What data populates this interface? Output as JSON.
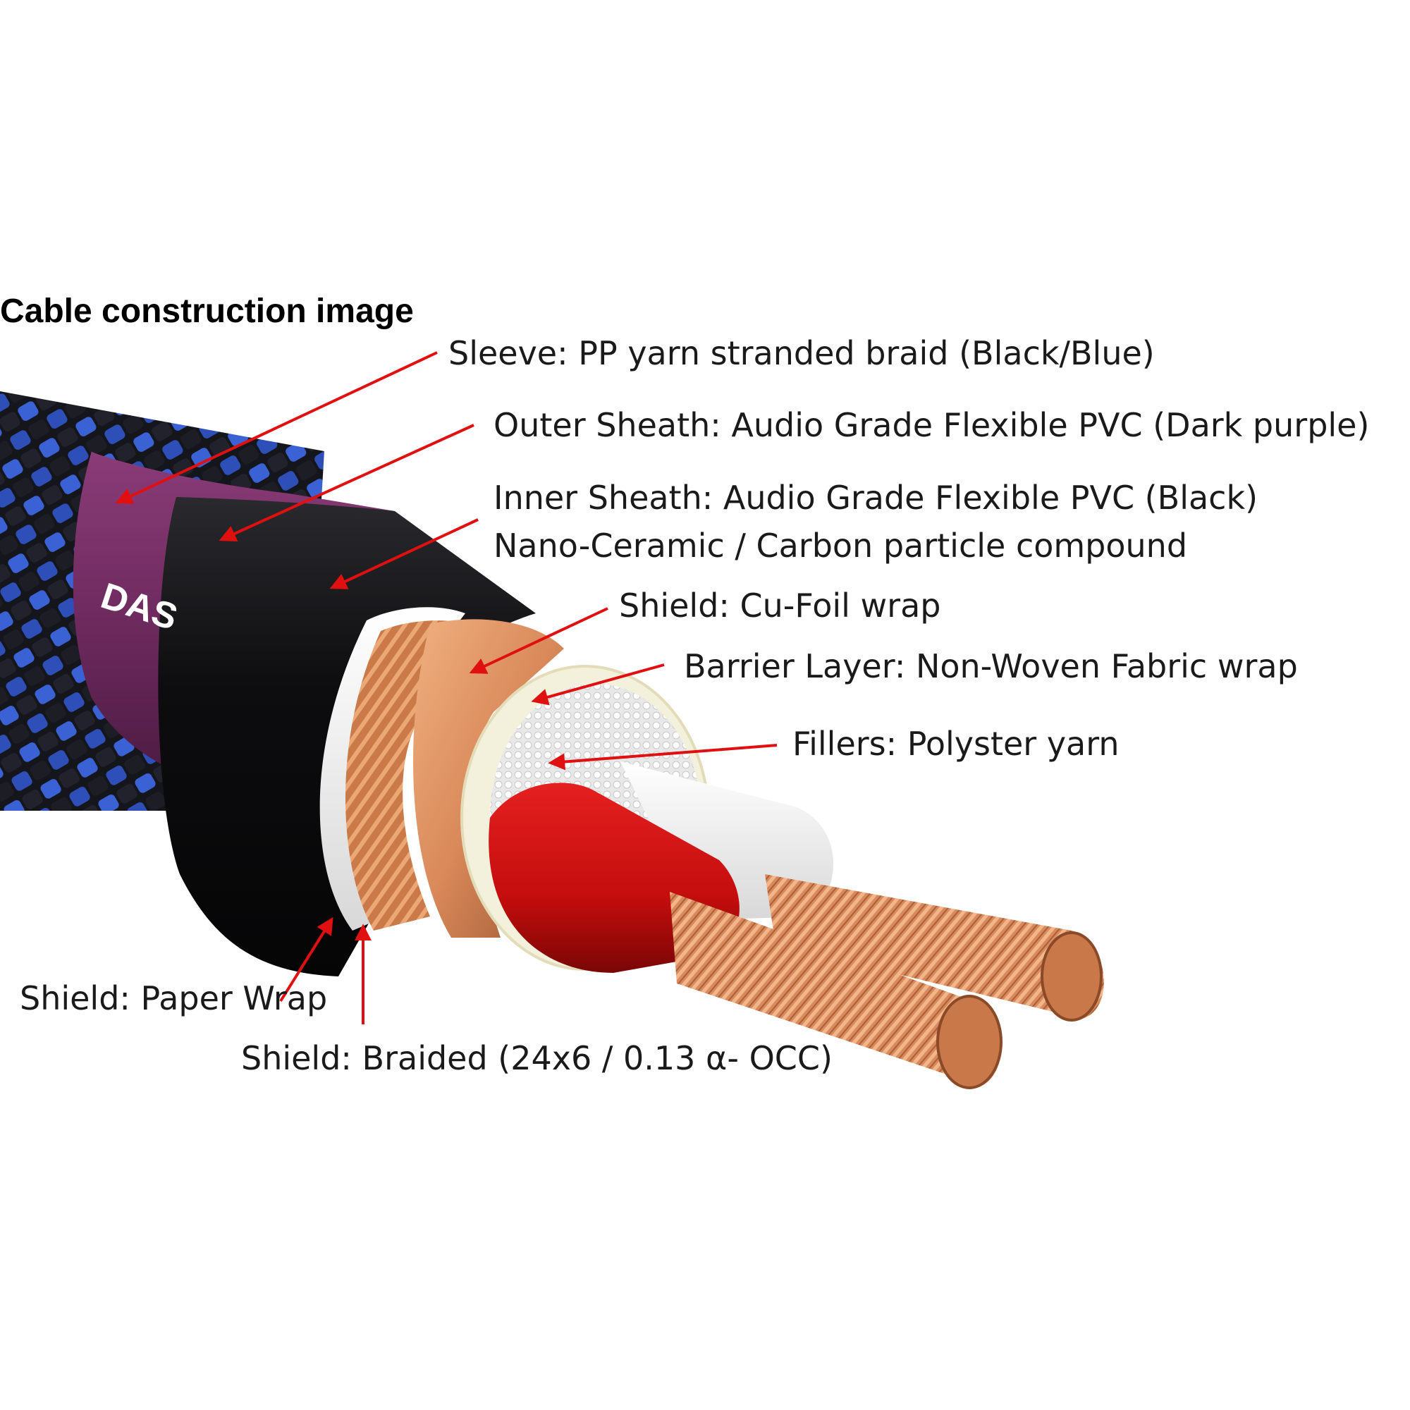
{
  "title": "Cable construction image",
  "brand_mark": "DAS",
  "labels": {
    "sleeve": "Sleeve: PP yarn stranded braid (Black/Blue)",
    "outer_sheath": "Outer Sheath: Audio Grade Flexible PVC (Dark purple)",
    "inner_sheath_1": "Inner Sheath: Audio Grade Flexible PVC (Black)",
    "inner_sheath_2": "Nano-Ceramic / Carbon particle compound",
    "shield_cu_foil": "Shield: Cu-Foil wrap",
    "barrier_layer": "Barrier Layer: Non-Woven Fabric wrap",
    "fillers": "Fillers: Polyster yarn",
    "shield_paper": "Shield: Paper Wrap",
    "shield_braided": "Shield: Braided (24x6 / 0.13 α- OCC)"
  },
  "colors": {
    "arrow": "#e01010",
    "sleeve_blue": "#2e4fb8",
    "sleeve_black": "#15151c",
    "outer_sheath": "#6e2a5e",
    "inner_sheath": "#0d0d0f",
    "copper": "#d9895a",
    "insulation_red": "#c40d0d",
    "insulation_white": "#f4f4f4"
  }
}
